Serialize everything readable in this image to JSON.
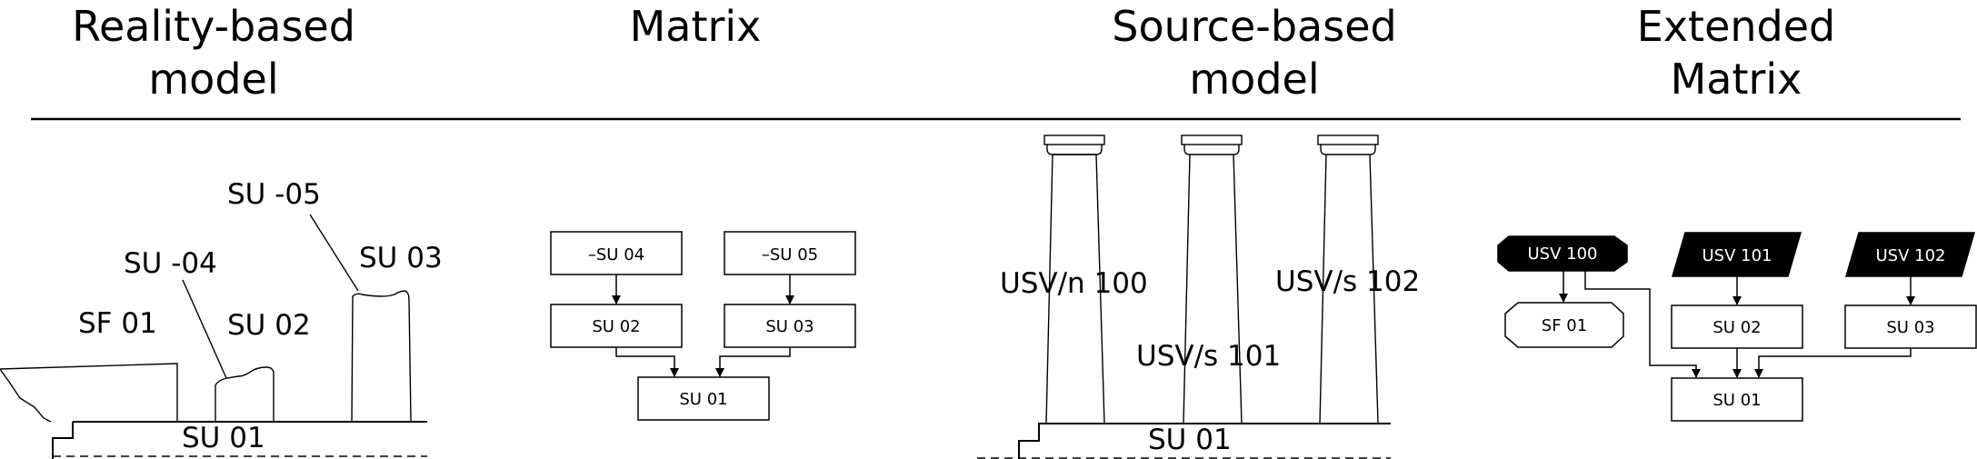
{
  "headers": {
    "reality": "Reality-based\nmodel",
    "matrix": "Matrix",
    "source": "Source-based\nmodel",
    "extended": "Extended\nMatrix"
  },
  "reality_model": {
    "labels": {
      "su_05": "SU -05",
      "su_04": "SU -04",
      "sf_01": "SF 01",
      "su_02": "SU 02",
      "su_03": "SU 03",
      "su_01": "SU 01"
    }
  },
  "matrix": {
    "nodes": {
      "su_04": "–SU 04",
      "su_05": "–SU 05",
      "su_02": "SU 02",
      "su_03": "SU 03",
      "su_01": "SU 01"
    }
  },
  "source_model": {
    "labels": {
      "usv_n100": "USV/n 100",
      "usv_s102": "USV/s 102",
      "usv_s101": "USV/s 101",
      "su_01": "SU 01"
    }
  },
  "extended_matrix": {
    "nodes": {
      "usv_100": "USV 100",
      "usv_101": "USV 101",
      "usv_102": "USV 102",
      "sf_01": "SF 01",
      "su_02": "SU 02",
      "su_03": "SU 03",
      "su_01": "SU 01"
    }
  }
}
